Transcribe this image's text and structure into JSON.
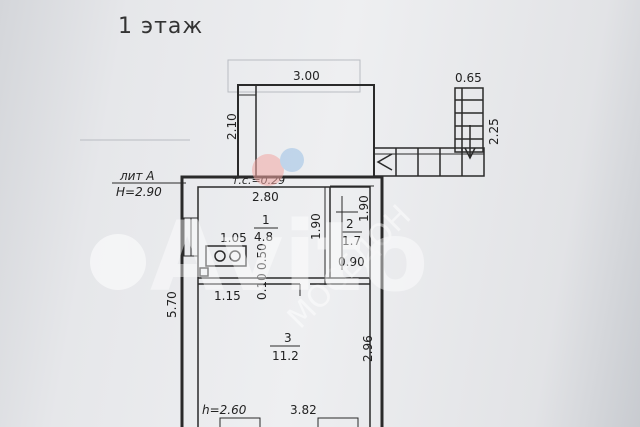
{
  "title": "1 этаж",
  "lit": {
    "name": "лит А",
    "height": "H=2.90"
  },
  "dims": {
    "vestibule_width": "3.00",
    "vestibule_depth": "2.10",
    "porch_width": "0.65",
    "porch_length": "2.25",
    "wall_thickness": "т.с.=0.29",
    "room1_width": "2.80",
    "room2_height_a": "1.90",
    "room2_height_b": "1.90",
    "stove_width": "1.05",
    "stove_depth": "0.50",
    "room2_width": "0.90",
    "hall_width": "1.15",
    "hall_offset": "0.10",
    "total_depth": "5.70",
    "room3_depth": "2.96",
    "room3_width": "3.82",
    "room3_ceiling": "h=2.60"
  },
  "rooms": [
    {
      "number": "1",
      "area": "4.8"
    },
    {
      "number": "2",
      "area": "1.7"
    },
    {
      "number": "3",
      "area": "11.2"
    }
  ],
  "watermark": "Avito",
  "watermark_sub": "МОСЕДОН",
  "colors": {
    "line": "#2a2a2a",
    "accent_red": "#d9534f",
    "accent_blue": "#2f6fb5"
  }
}
